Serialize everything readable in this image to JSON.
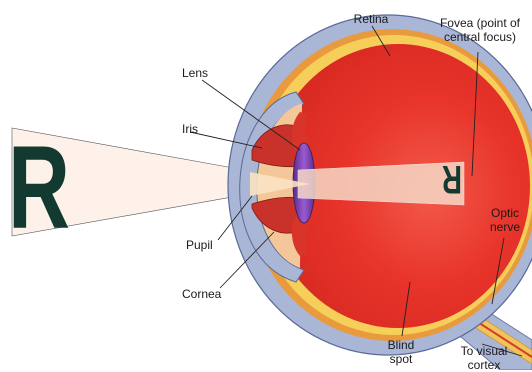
{
  "labels": {
    "retina": "Retina",
    "fovea_line1": "Fovea (point of",
    "fovea_line2": "central focus)",
    "lens": "Lens",
    "iris": "Iris",
    "pupil": "Pupil",
    "cornea": "Cornea",
    "optic_nerve_line1": "Optic",
    "optic_nerve_line2": "nerve",
    "blind_spot_line1": "Blind",
    "blind_spot_line2": "spot",
    "visual_cortex_line1": "To visual",
    "visual_cortex_line2": "cortex"
  },
  "object_letter": "R",
  "image_letter": "R",
  "colors": {
    "sclera": "#aab6d6",
    "choroid": "#e89a3c",
    "retina_band": "#f6cf5a",
    "vitreous": "#e8322a",
    "lens": "#7d3fa6",
    "iris": "#c8322a",
    "aqueous": "#f4c79a",
    "optic_nerve": "#f2c25e",
    "letter": "#123a30",
    "light_cone": "#f6d8c6"
  }
}
